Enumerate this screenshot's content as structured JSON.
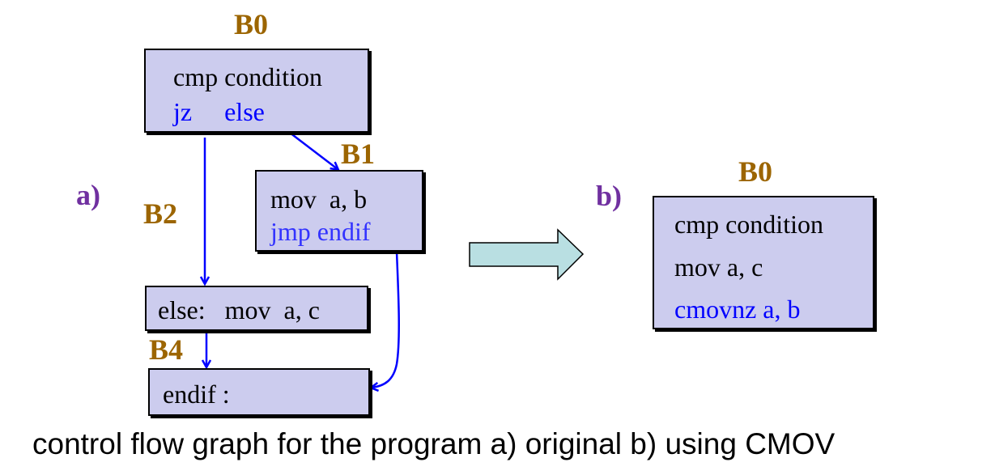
{
  "diagram": {
    "part_a": {
      "label": "a)",
      "blocks": {
        "b0": {
          "title": "B0",
          "lines": [
            "cmp condition",
            "jz     else"
          ]
        },
        "b1": {
          "title": "B1",
          "lines": [
            "mov  a, b",
            "jmp endif"
          ]
        },
        "b2": {
          "title": "B2",
          "lines": [
            "else:   mov  a, c"
          ]
        },
        "b4": {
          "title": "B4",
          "lines": [
            "endif :"
          ]
        }
      },
      "edges": [
        {
          "from": "B0",
          "to": "B1"
        },
        {
          "from": "B0",
          "to": "B2"
        },
        {
          "from": "B2",
          "to": "B4"
        },
        {
          "from": "B1",
          "to": "B4"
        }
      ]
    },
    "transform_arrow": "right-block-arrow",
    "part_b": {
      "label": "b)",
      "blocks": {
        "b0": {
          "title": "B0",
          "lines": [
            "cmp condition",
            "mov a, c",
            "cmovnz a, b"
          ]
        }
      }
    },
    "caption": "control flow graph for the program a) original b) using CMOV",
    "colors": {
      "block_fill": "#ccccee",
      "block_title": "#9c6500",
      "part_label": "#7030a0",
      "jump_text": "#0000ff",
      "edge": "#0000ff",
      "arrow_fill": "#b9dfe2"
    }
  }
}
